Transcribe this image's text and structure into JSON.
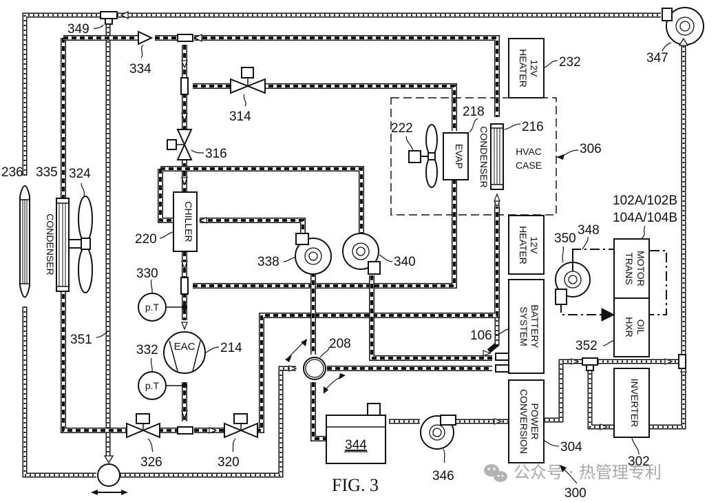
{
  "figure": {
    "title": "FIG. 3",
    "system_ref": "300"
  },
  "watermark": {
    "icon": "wechat-icon",
    "text": "公众号 · 热管理专利"
  },
  "blocks": {
    "heater_top": {
      "line1": "12V",
      "line2": "HEATER",
      "ref": "232"
    },
    "heater_mid": {
      "line1": "12V",
      "line2": "HEATER"
    },
    "hvac_case": {
      "line1": "HVAC",
      "line2": "CASE",
      "ref": "306"
    },
    "evap": {
      "label": "EVAP",
      "ref": "218"
    },
    "hvac_condenser": {
      "label": "CONDENSER",
      "ref": "216"
    },
    "hvac_fan": {
      "ref": "222"
    },
    "chiller": {
      "label": "CHILLER",
      "ref": "220"
    },
    "eac": {
      "label": "EAC",
      "ref": "214"
    },
    "battery": {
      "line1": "BATTERY",
      "line2": "SYSTEM",
      "ref": "106"
    },
    "power_conversion": {
      "line1": "POWER",
      "line2": "CONVERSION",
      "ref": "304"
    },
    "motor_trans": {
      "line1": "MOTOR",
      "line2": "TRANS",
      "ref_line1": "102A/102B",
      "ref_line2": "104A/104B"
    },
    "oil_hxr": {
      "line1": "OIL",
      "line2": "HXR",
      "ref": "352"
    },
    "inverter": {
      "label": "INVERTER",
      "ref": "302"
    },
    "front_condenser": {
      "label": "CONDENSER",
      "ref": "335"
    },
    "radiator": {
      "ref": "236"
    },
    "front_fan": {
      "ref": "324"
    },
    "reservoir": {
      "ref": "344"
    }
  },
  "sensors": {
    "pt_upper": {
      "label": "p.T",
      "ref": "330"
    },
    "pt_lower": {
      "label": "p.T",
      "ref": "332"
    }
  },
  "valves": {
    "v314": "314",
    "v316": "316",
    "v326": "326",
    "v320": "320",
    "check334": "334",
    "tee349": "349",
    "valve208": "208"
  },
  "pumps": {
    "p338": "338",
    "p340": "340",
    "p346": "346",
    "p347": "347",
    "p350": "350",
    "line348": "348"
  },
  "lines": {
    "l351": "351"
  }
}
